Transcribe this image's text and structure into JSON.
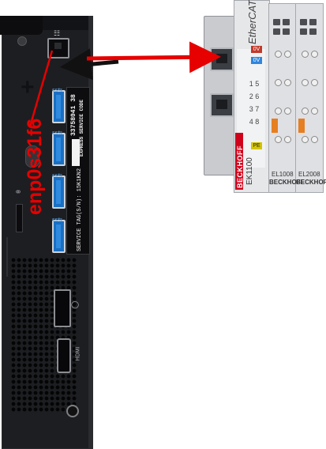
{
  "annotation": {
    "interface_label": "enp0s31f6",
    "arrow_color": "#e60000"
  },
  "pc": {
    "service_code_number": "33758041 38",
    "service_code_label": "EXPRESS SERVICE CODE",
    "service_tag_text": "SERVICE TAG(S/N): 15K1KN2",
    "icons": [
      "ethernet-icon",
      "usb-icon",
      "displayport-icon",
      "hdmi-icon",
      "lock-icon",
      "power-icon"
    ]
  },
  "coupler": {
    "brand": "BECKHOFF",
    "model": "EK1100",
    "bus_logo": "EtherCAT",
    "port_numbers": [
      "1",
      "5",
      "2",
      "6",
      "3",
      "7",
      "4",
      "8"
    ],
    "brand_color": "#d0021b"
  },
  "modules": [
    {
      "label": "EL1008",
      "brand": "BECKHOFF"
    },
    {
      "label": "EL2008",
      "brand": "BECKHOFF"
    }
  ],
  "badges": {
    "zero_v": "0V",
    "pe": "PE"
  },
  "colors": {
    "usb_blue": "#1b6fc2",
    "chassis": "#1d1e21",
    "module_grey": "#dfe0e3"
  }
}
